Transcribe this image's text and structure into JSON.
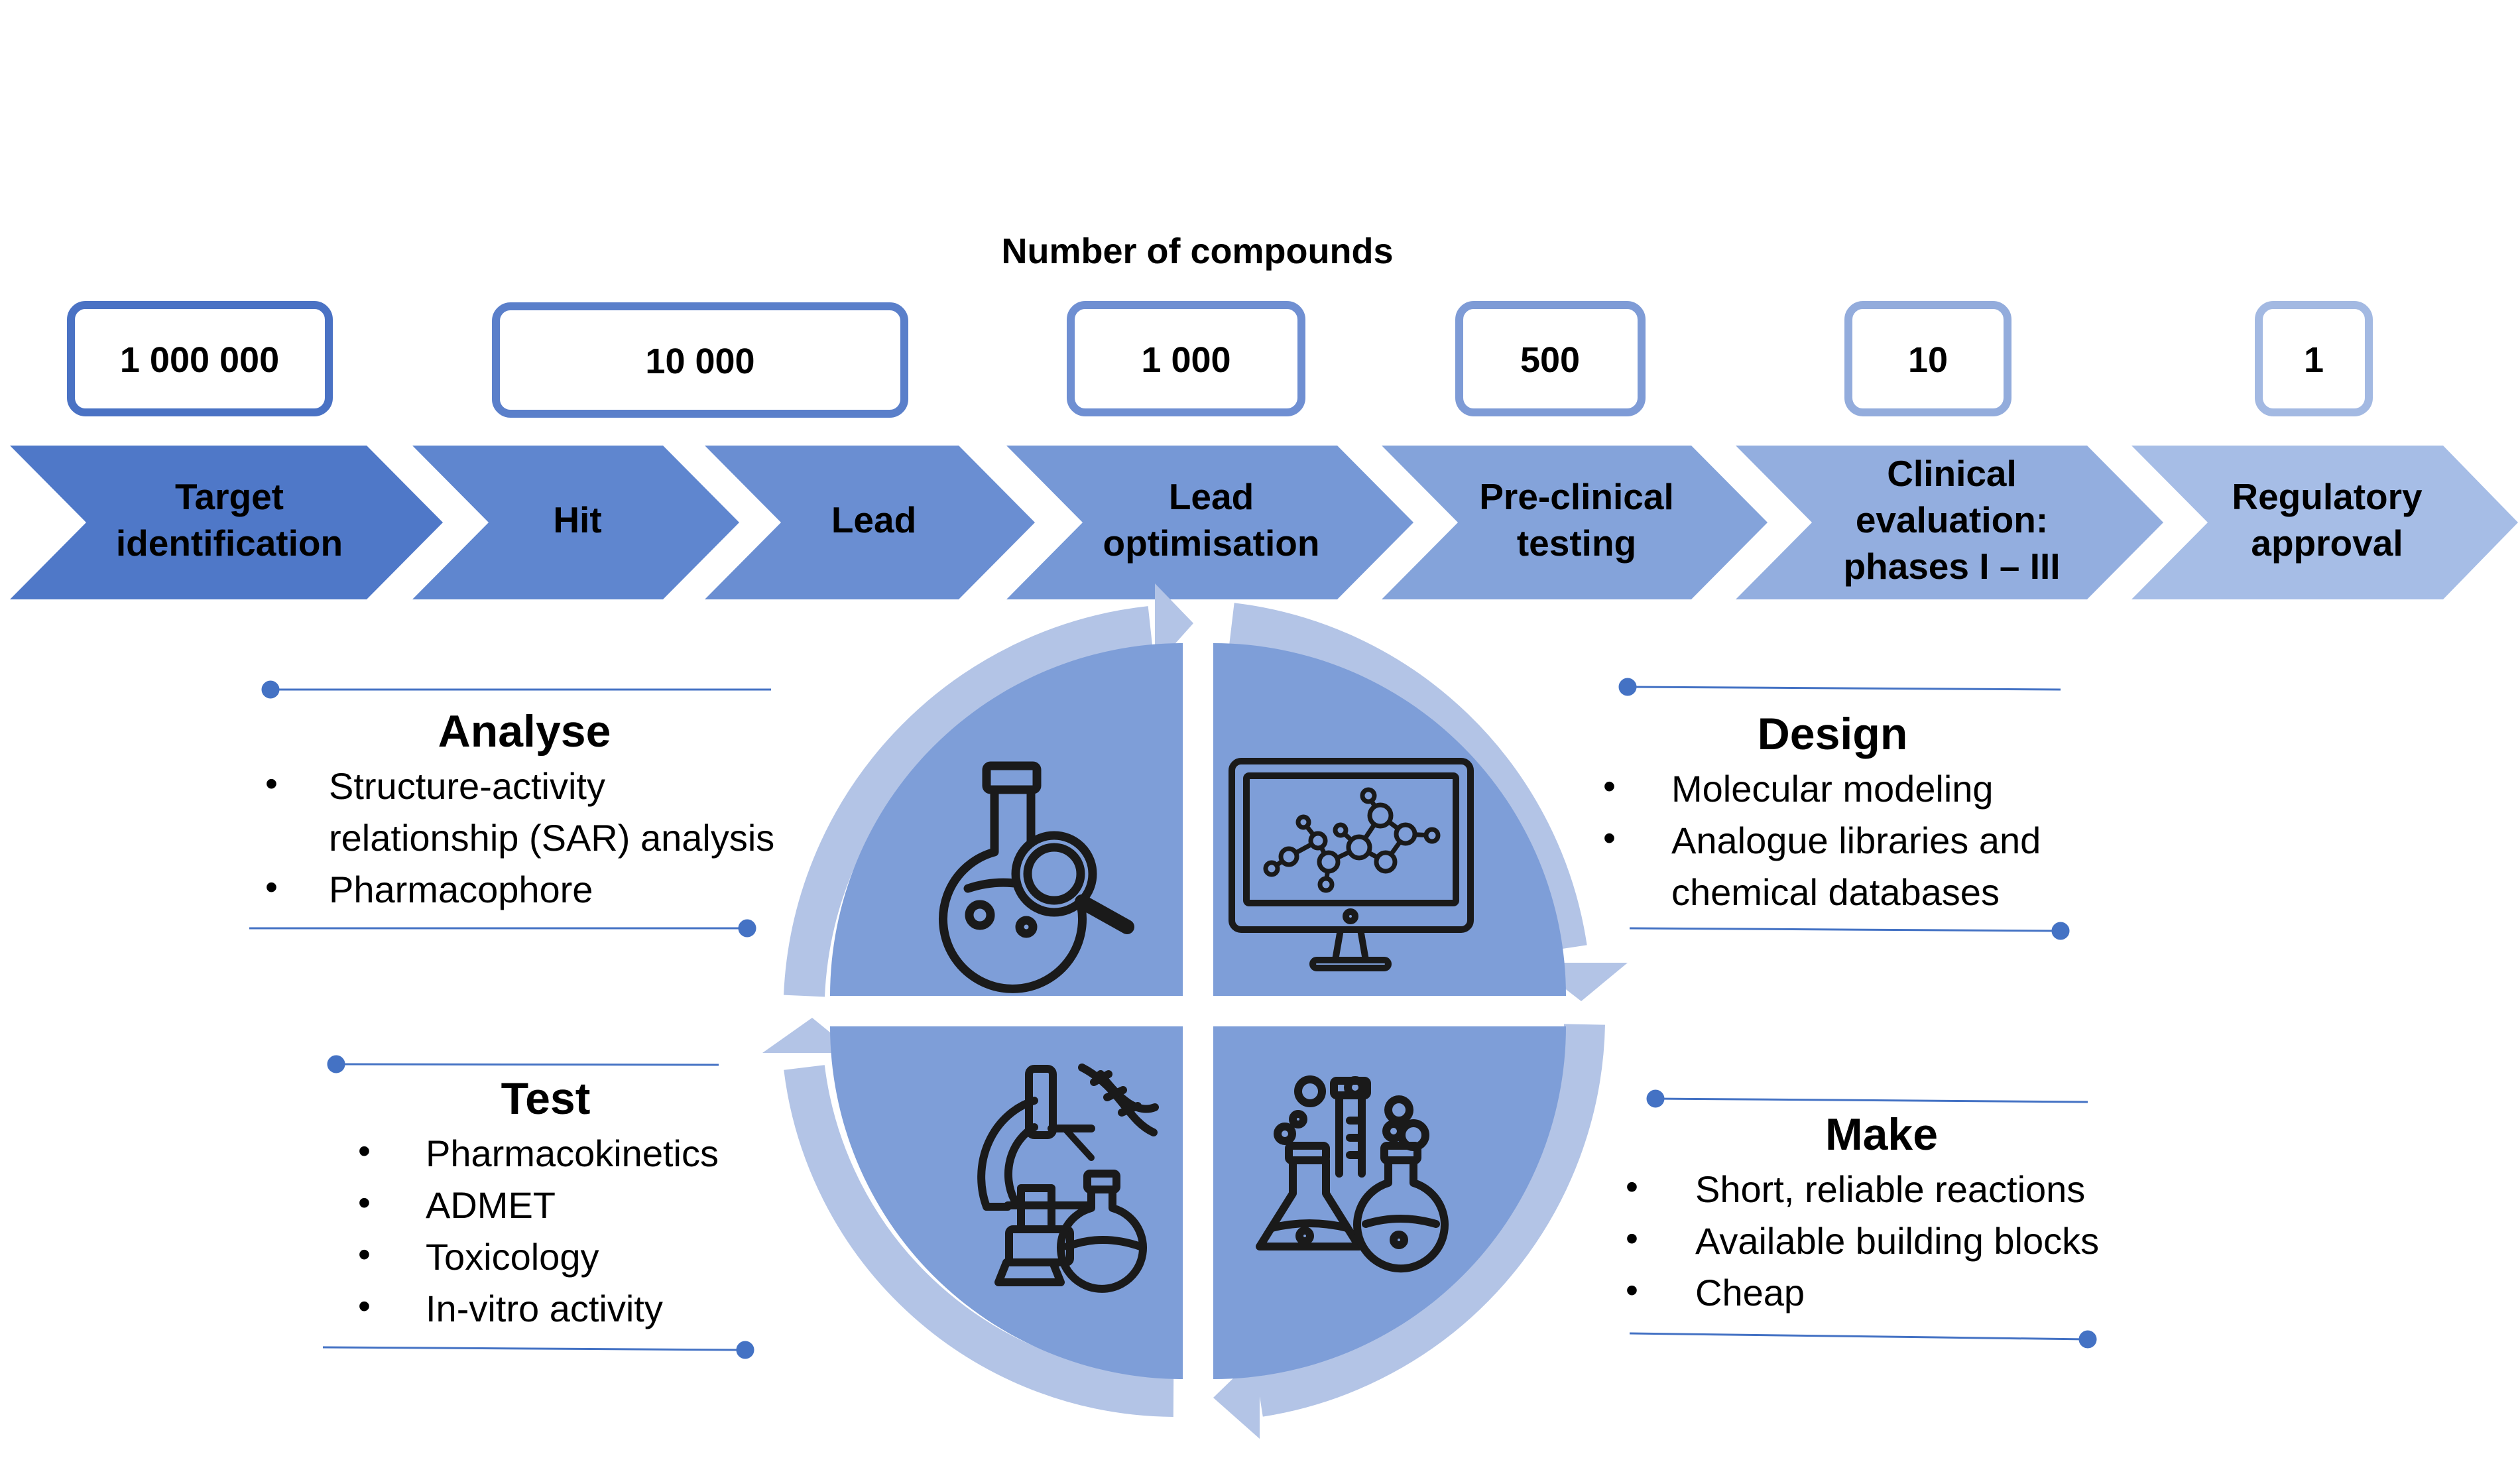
{
  "header": {
    "title": "Number of compounds"
  },
  "counts": [
    {
      "value": "1 000 000",
      "stroke": "#4a72c4"
    },
    {
      "value": "10 000",
      "stroke": "#5a7fca"
    },
    {
      "value": "1 000",
      "stroke": "#6f8fd2"
    },
    {
      "value": "500",
      "stroke": "#7e9bd6"
    },
    {
      "value": "10",
      "stroke": "#93acdc"
    },
    {
      "value": "1",
      "stroke": "#a3b9e2"
    }
  ],
  "stages": [
    {
      "lines": [
        "Target",
        "identification"
      ],
      "fill": "#4f78c8"
    },
    {
      "lines": [
        "Hit"
      ],
      "fill": "#5f86cf"
    },
    {
      "lines": [
        "Lead"
      ],
      "fill": "#6a8ed2"
    },
    {
      "lines": [
        "Lead",
        "optimisation"
      ],
      "fill": "#7698d6"
    },
    {
      "lines": [
        "Pre-clinical",
        "testing"
      ],
      "fill": "#84a3da"
    },
    {
      "lines": [
        "Clinical",
        "evaluation:",
        "phases I – III"
      ],
      "fill": "#93aedf"
    },
    {
      "lines": [
        "Regulatory",
        "approval"
      ],
      "fill": "#a6bde6"
    }
  ],
  "cycle": {
    "quadrant_color": "#7e9ed8",
    "ring_color": "#b3c4e6",
    "quadrants": {
      "analyse": {
        "icon": "flask-magnifier-icon"
      },
      "design": {
        "icon": "computer-molecule-icon"
      },
      "test": {
        "icon": "microscope-dna-icon"
      },
      "make": {
        "icon": "chemistry-flasks-icon"
      }
    }
  },
  "panels": {
    "analyse": {
      "title": "Analyse",
      "items": [
        "Structure-activity",
        "relationship (SAR) analysis",
        "Pharmacophore"
      ]
    },
    "design": {
      "title": "Design",
      "items": [
        "Molecular modeling",
        "Analogue libraries and",
        "chemical databases"
      ]
    },
    "test": {
      "title": "Test",
      "items": [
        "Pharmacokinetics",
        "ADMET",
        "Toxicology",
        "In-vitro activity"
      ]
    },
    "make": {
      "title": "Make",
      "items": [
        "Short, reliable reactions",
        "Available building blocks",
        "Cheap"
      ]
    }
  },
  "colors": {
    "text": "#000000",
    "line": "#4472c4",
    "icon": "#1a1a1a"
  }
}
